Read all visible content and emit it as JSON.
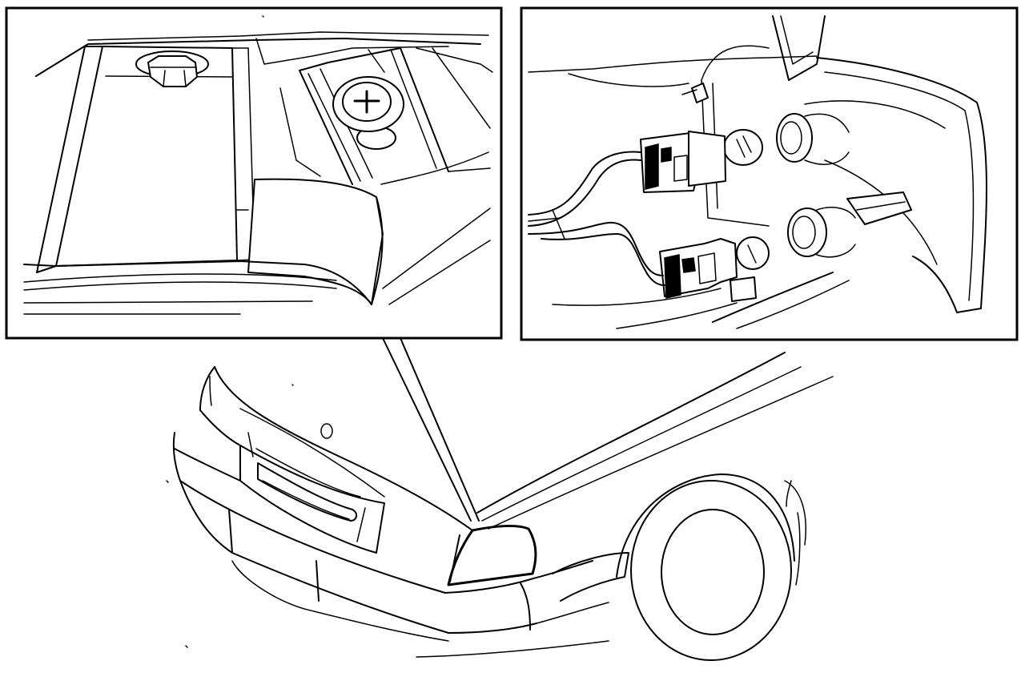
{
  "diagram": {
    "panels": [
      {
        "id": "left-detail",
        "depicts": "lamp-retaining-screw"
      },
      {
        "id": "right-detail",
        "depicts": "bulb-sockets-and-connectors"
      }
    ],
    "main_view": "front-corner-of-car",
    "colors": {
      "line": "#000000",
      "background": "#ffffff"
    },
    "icons": [
      "screw-icon",
      "bulb-icon",
      "connector-icon",
      "nut-icon"
    ]
  }
}
